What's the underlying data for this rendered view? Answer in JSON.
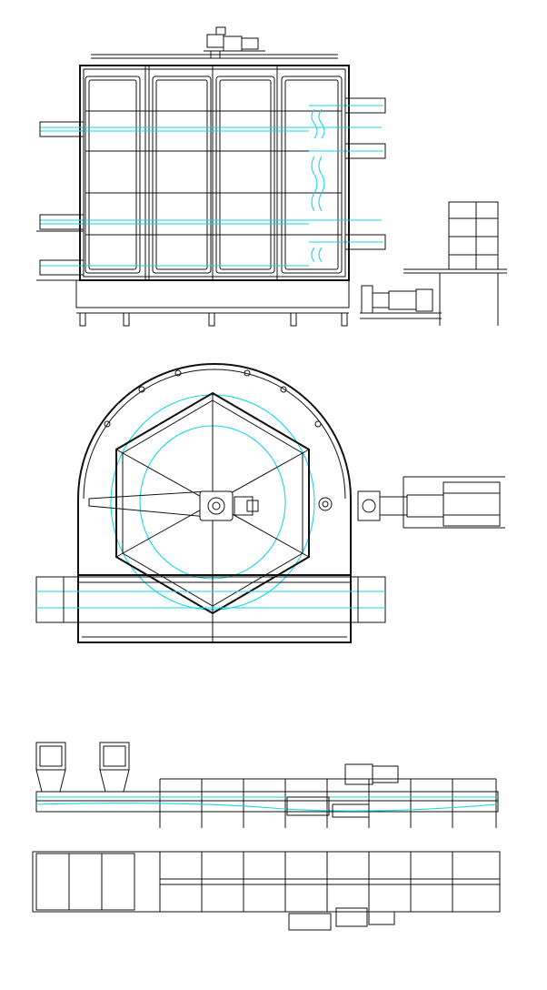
{
  "drawing": {
    "views": [
      {
        "id": "front-elevation"
      },
      {
        "id": "plan-view"
      },
      {
        "id": "line-side-elevation"
      },
      {
        "id": "line-plan-view"
      }
    ],
    "colors": {
      "line": "#111111",
      "belt_path": "#15d6e8",
      "background": "#ffffff"
    },
    "panel_count_front": 4,
    "hexagon_segments": 6,
    "conveyor_bays": 8
  }
}
